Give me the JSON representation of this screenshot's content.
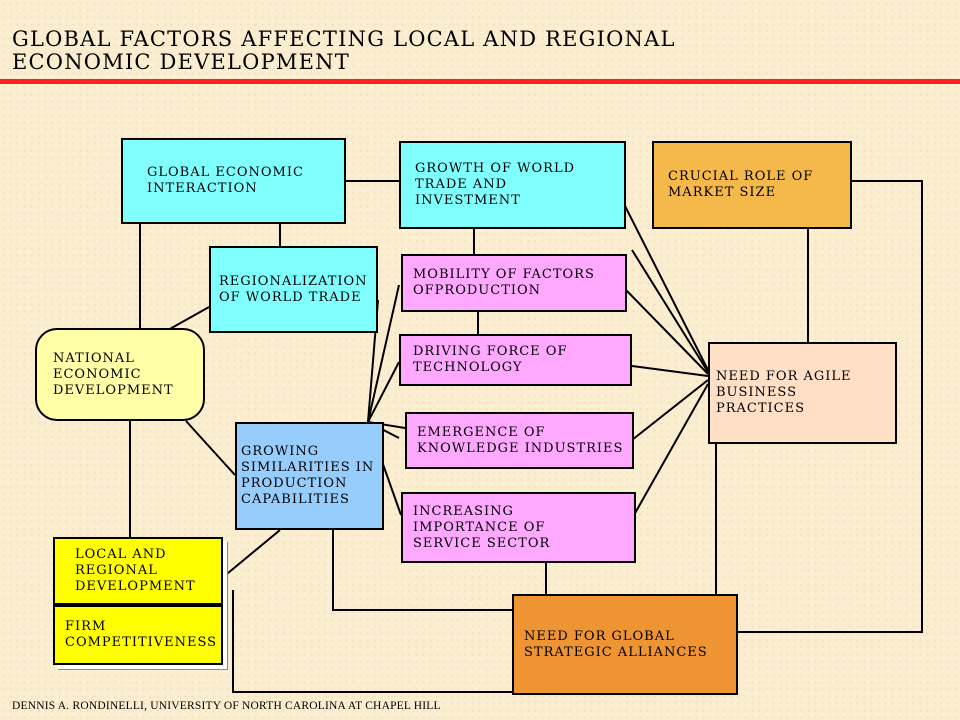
{
  "title": {
    "line1": "GLOBAL FACTORS AFFECTING LOCAL AND REGIONAL",
    "line2": "ECONOMIC DEVELOPMENT"
  },
  "boxes": {
    "global_economic_interaction": "GLOBAL ECONOMIC INTERACTION",
    "growth_of_world_trade": "GROWTH OF WORLD TRADE AND INVESTMENT",
    "crucial_role_market_size": "CRUCIAL ROLE OF MARKET SIZE",
    "regionalization": "REGIONALIZATION OF WORLD TRADE",
    "mobility_of_factors": "MOBILITY OF FACTORS OFPRODUCTION",
    "national_economic_development": "NATIONAL ECONOMIC DEVELOPMENT",
    "driving_force_technology": "DRIVING FORCE OF TECHNOLOGY",
    "need_agile": "NEED FOR AGILE BUSINESS PRACTICES",
    "emergence_knowledge": "EMERGENCE OF KNOWLEDGE INDUSTRIES",
    "growing_similarities": "GROWING SIMILARITIES IN PRODUCTION CAPABILITIES",
    "increasing_service": "INCREASING IMPORTANCE OF SERVICE SECTOR",
    "local_regional": "LOCAL AND REGIONAL DEVELOPMENT",
    "firm_competitiveness": "FIRM COMPETITIVENESS",
    "need_global_alliances": "NEED FOR GLOBAL STRATEGIC ALLIANCES"
  },
  "footer": "DENNIS A. RONDINELLI, UNIVERSITY OF NORTH CAROLINA AT CHAPEL HILL",
  "colors": {
    "background": "#fbeed0",
    "rule": "#ff2020",
    "cyan": "#80ffff",
    "pink": "#ffa8ff",
    "orange": "#f5b84a",
    "peach": "#ffe0c6",
    "blue": "#97cdfc",
    "yellow": "#ffff00",
    "light_yellow": "#ffffa8",
    "deep_orange": "#ee9433"
  }
}
